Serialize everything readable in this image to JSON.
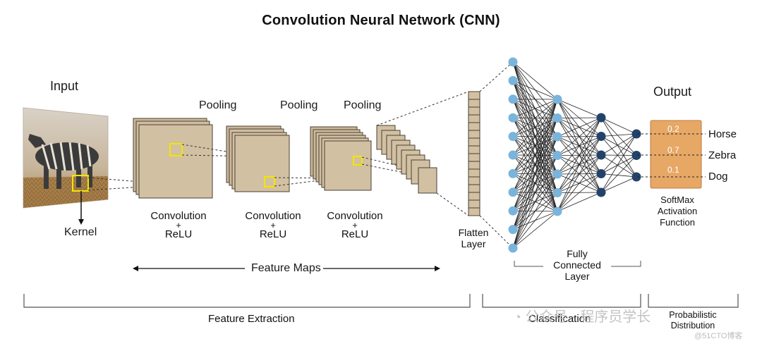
{
  "title": "Convolution  Neural  Network (CNN)",
  "input": {
    "label": "Input",
    "kernel_label": "Kernel"
  },
  "pooling_labels": [
    "Pooling",
    "Pooling",
    "Pooling"
  ],
  "conv_labels": [
    {
      "line1": "Convolution",
      "plus": "+",
      "line2": "ReLU"
    },
    {
      "line1": "Convolution",
      "plus": "+",
      "line2": "ReLU"
    },
    {
      "line1": "Convolution",
      "plus": "+",
      "line2": "ReLU"
    }
  ],
  "feature_maps_label": "Feature  Maps",
  "flatten": {
    "line1": "Flatten",
    "line2": "Layer"
  },
  "fully_connected": {
    "line1": "Fully",
    "line2": "Connected",
    "line3": "Layer"
  },
  "output": {
    "label": "Output",
    "classes": [
      {
        "prob": "0.2",
        "name": "Horse"
      },
      {
        "prob": "0.7",
        "name": "Zebra"
      },
      {
        "prob": "0.1",
        "name": "Dog"
      }
    ],
    "softmax": {
      "line1": "SoftMax",
      "line2": "Activation",
      "line3": "Function"
    }
  },
  "sections": {
    "feature_extraction": "Feature Extraction",
    "classification": "Classification",
    "probabilistic": {
      "line1": "Probabilistic",
      "line2": "Distribution"
    }
  },
  "watermark": {
    "wechat": "公众号 · 程序员学长",
    "site": "@51CTO博客"
  },
  "colors": {
    "feature_map_fill": "#d2c0a2",
    "feature_map_stroke": "#4a4035",
    "kernel_highlight": "#f2e600",
    "node_light": "#79b4dc",
    "node_dark": "#22426a",
    "output_box": "#e7a866"
  }
}
